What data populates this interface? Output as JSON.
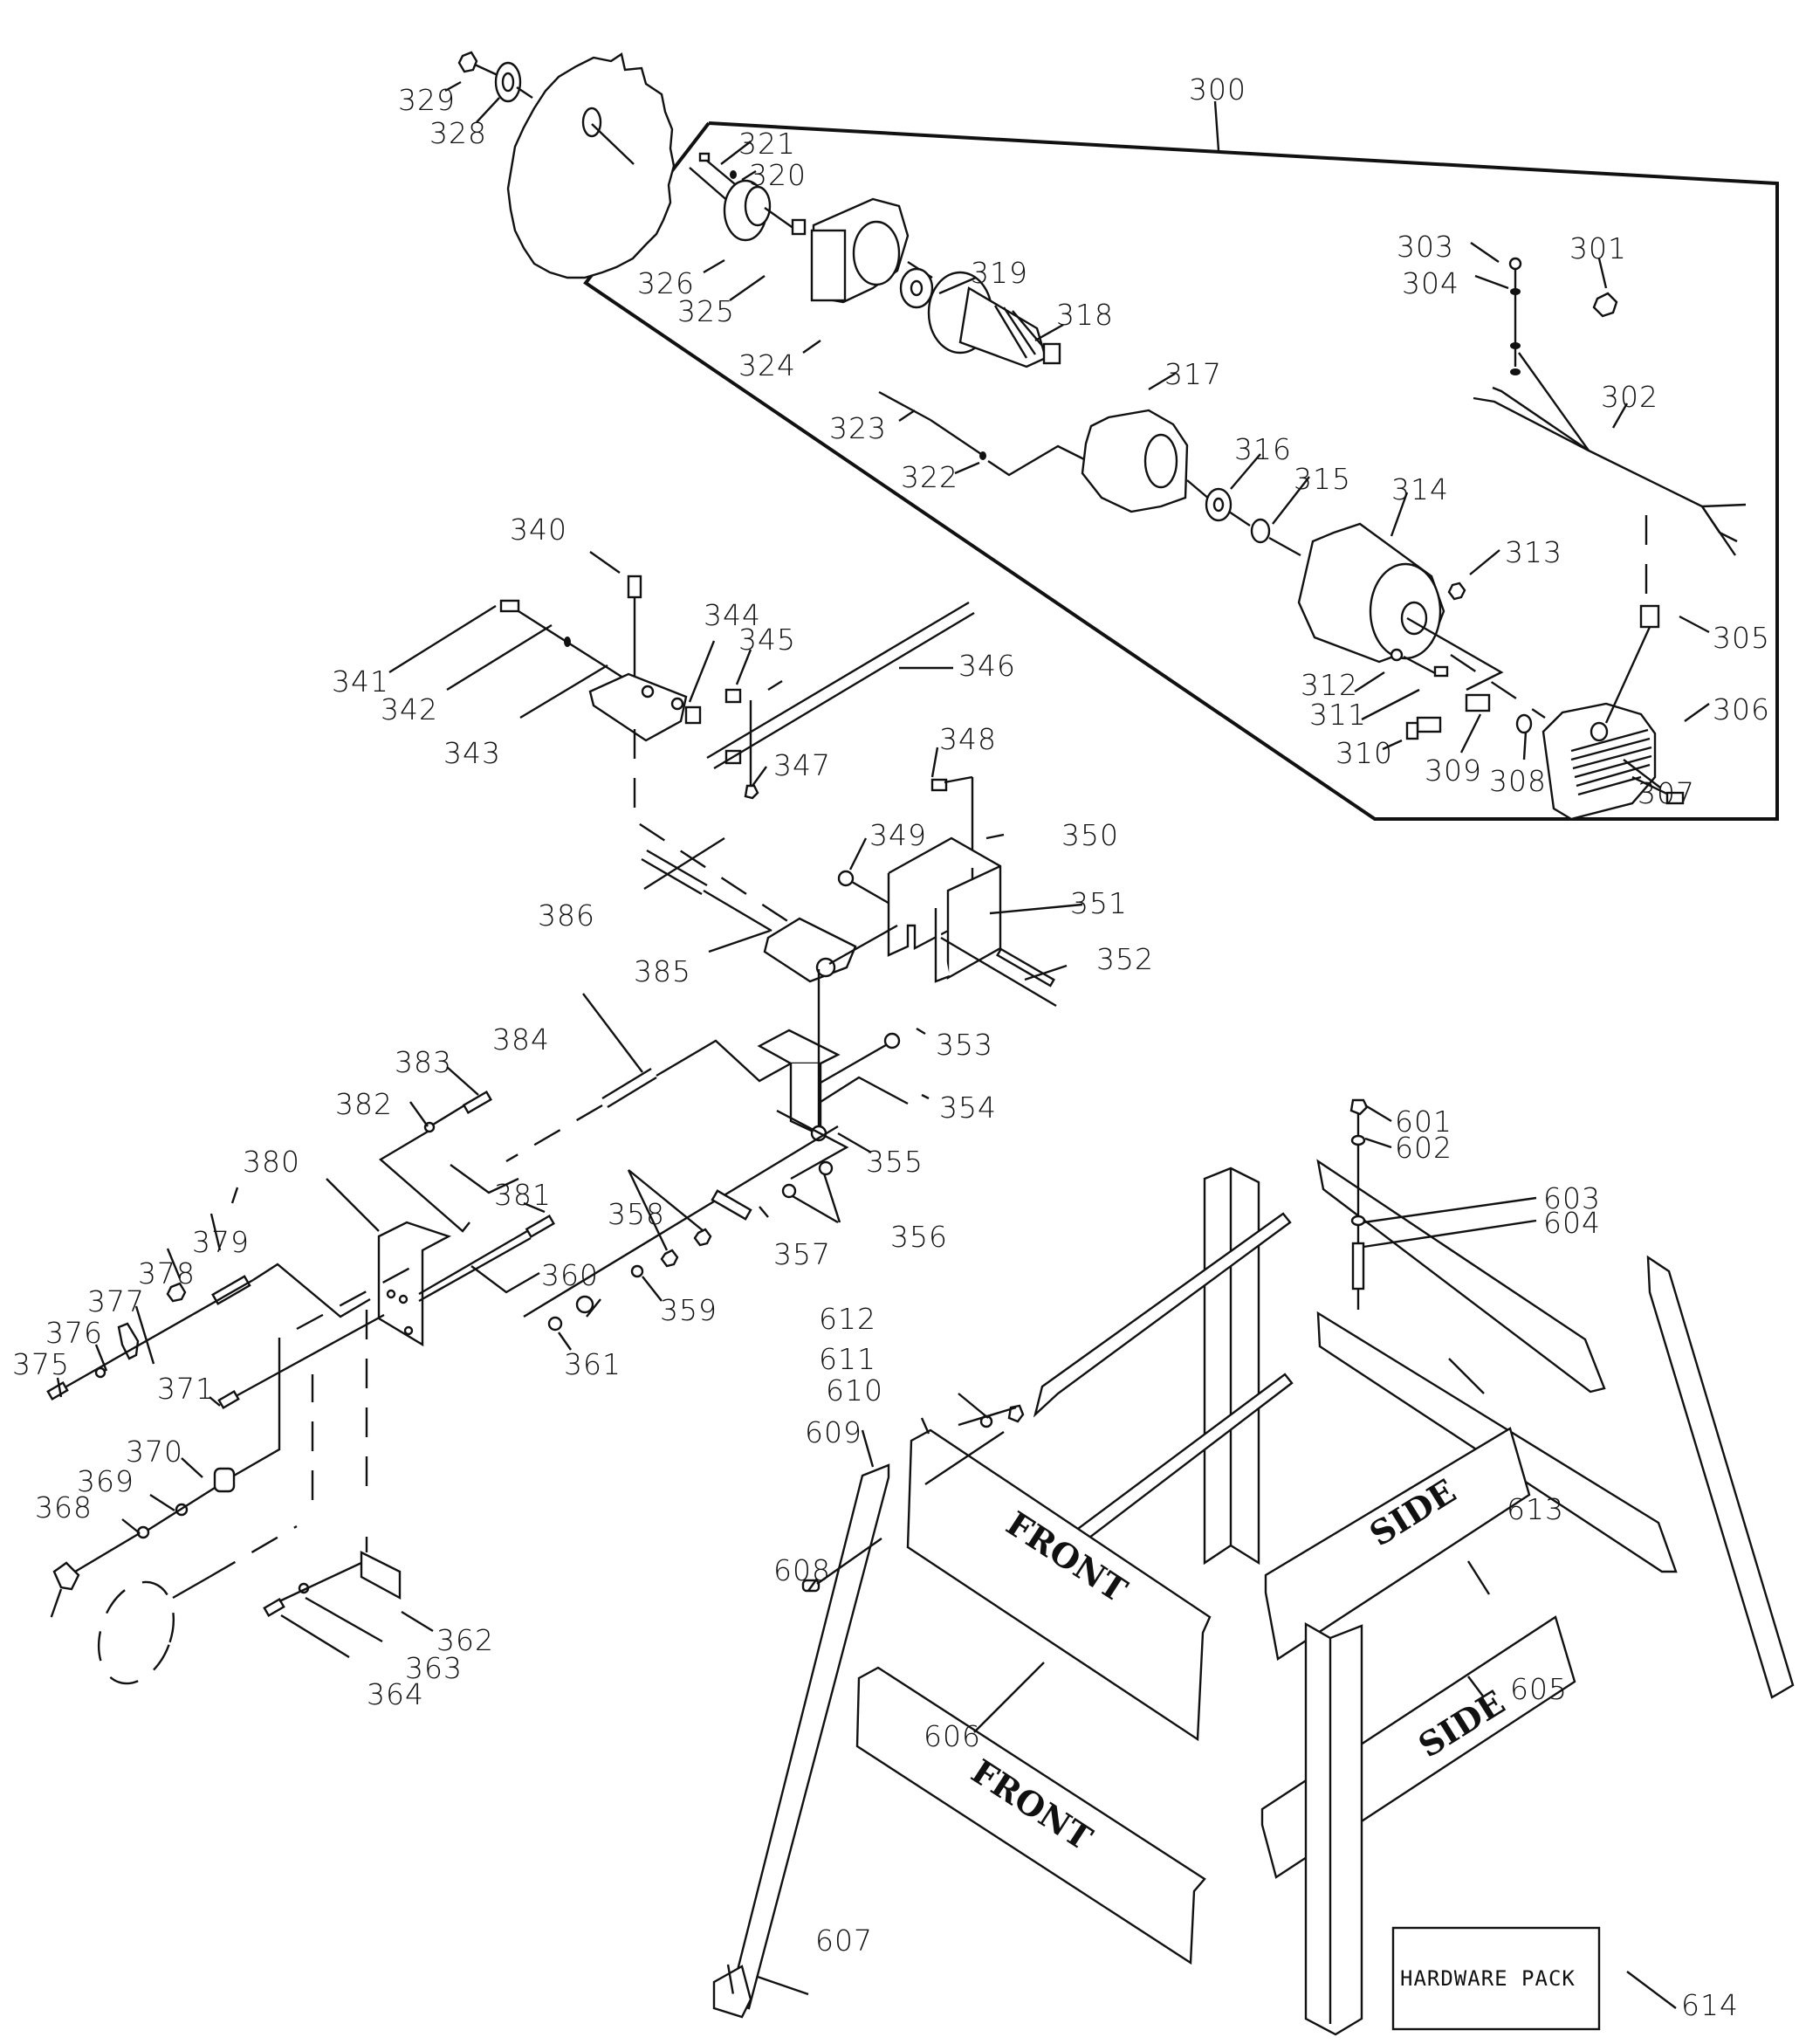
{
  "diagram": {
    "type": "exploded-parts-diagram",
    "assembly_callout": "300",
    "stamps": {
      "front_upper": "FRONT",
      "front_lower": "FRONT",
      "side_upper": "SIDE",
      "side_lower": "SIDE"
    },
    "hardware_pack": {
      "label": "HARDWARE PACK",
      "part_number": "614"
    },
    "labels": {
      "p300": "300",
      "p301": "301",
      "p302": "302",
      "p303": "303",
      "p304": "304",
      "p305": "305",
      "p306": "306",
      "p307": "307",
      "p308": "308",
      "p309": "309",
      "p310": "310",
      "p311": "311",
      "p312": "312",
      "p313": "313",
      "p314": "314",
      "p315": "315",
      "p316": "316",
      "p317": "317",
      "p318": "318",
      "p319": "319",
      "p320": "320",
      "p321": "321",
      "p322": "322",
      "p323": "323",
      "p324": "324",
      "p325": "325",
      "p326": "326",
      "p328": "328",
      "p329": "329",
      "p340": "340",
      "p341": "341",
      "p342": "342",
      "p343": "343",
      "p344": "344",
      "p345": "345",
      "p346": "346",
      "p347": "347",
      "p348": "348",
      "p349": "349",
      "p350": "350",
      "p351": "351",
      "p352": "352",
      "p353": "353",
      "p354": "354",
      "p355": "355",
      "p356": "356",
      "p357": "357",
      "p358": "358",
      "p359": "359",
      "p360": "360",
      "p361": "361",
      "p362": "362",
      "p363": "363",
      "p364": "364",
      "p368": "368",
      "p369": "369",
      "p370": "370",
      "p371": "371",
      "p375": "375",
      "p376": "376",
      "p377": "377",
      "p378": "378",
      "p379": "379",
      "p380": "380",
      "p381": "381",
      "p382": "382",
      "p383": "383",
      "p384": "384",
      "p385": "385",
      "p386": "386",
      "p601": "601",
      "p602": "602",
      "p603": "603",
      "p604": "604",
      "p605": "605",
      "p606": "606",
      "p607": "607",
      "p608": "608",
      "p609": "609",
      "p610": "610",
      "p611": "611",
      "p612": "612",
      "p613": "613",
      "p614": "614"
    }
  }
}
